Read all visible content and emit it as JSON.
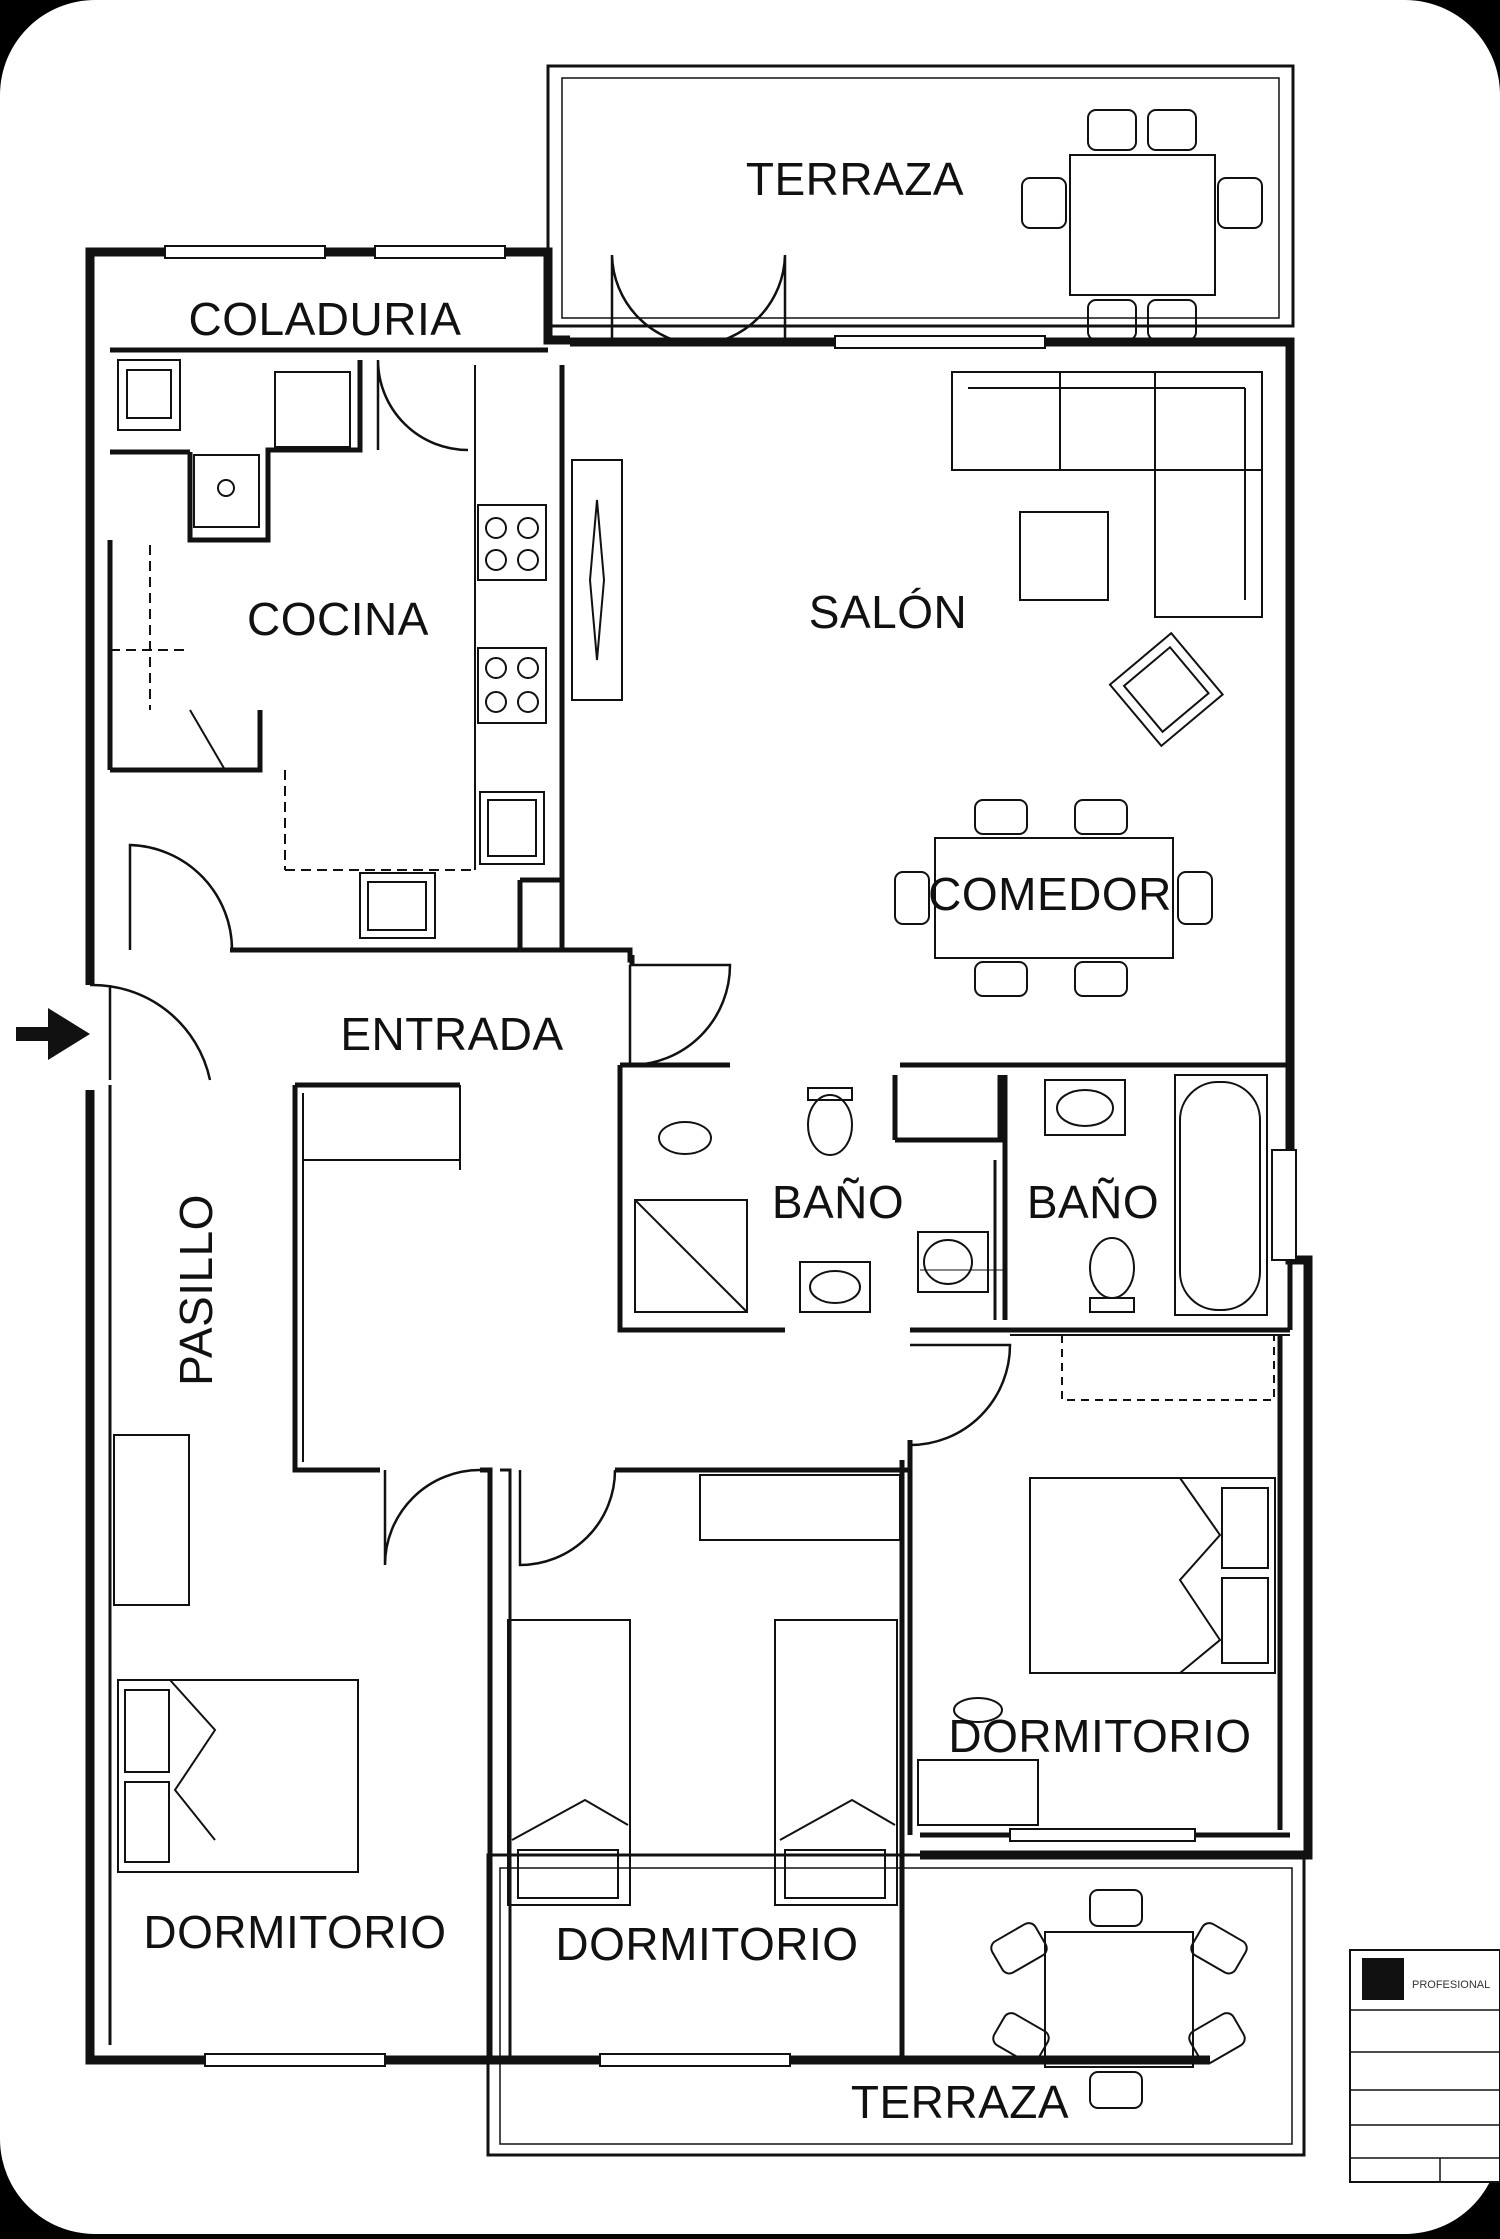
{
  "rooms": {
    "terraza_top": "TERRAZA",
    "coladuria": "COLADURIA",
    "cocina": "COCINA",
    "salon": "SALÓN",
    "comedor": "COMEDOR",
    "entrada": "ENTRADA",
    "pasillo": "PASILLO",
    "bano_left": "BAÑO",
    "bano_right": "BAÑO",
    "dormitorio_right": "DORMITORIO",
    "dormitorio_left": "DORMITORIO",
    "dormitorio_mid": "DORMITORIO",
    "terraza_bottom": "TERRAZA"
  },
  "title_block": {
    "company": "PROFESIONAL"
  },
  "colors": {
    "background": "#000000",
    "sheet": "#ffffff",
    "line": "#111111"
  }
}
